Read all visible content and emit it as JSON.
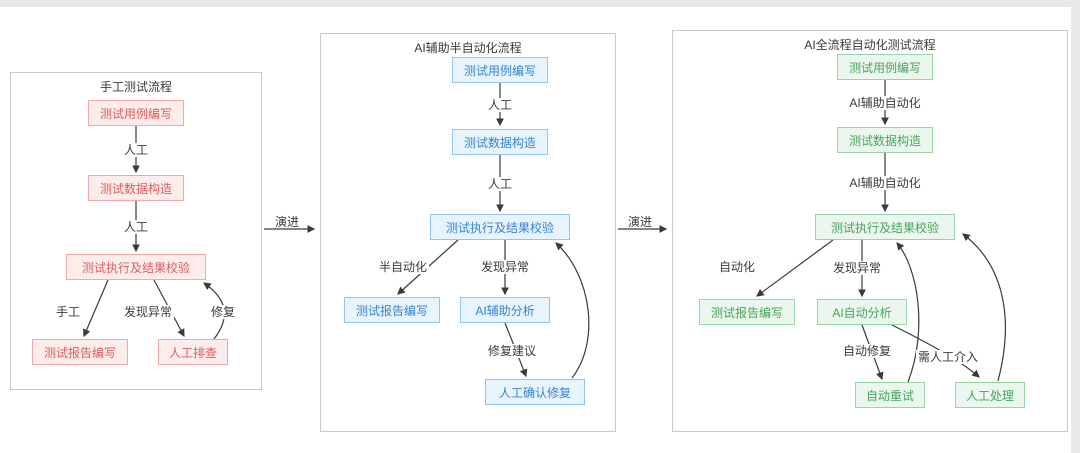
{
  "page": {
    "evolution_label": "演进"
  },
  "panels": {
    "manual": {
      "title": "手工测试流程",
      "nodes": {
        "case": "测试用例编写",
        "data": "测试数据构造",
        "exec": "测试执行及结果校验",
        "report": "测试报告编写",
        "investigate": "人工排查"
      },
      "edges": {
        "step1": "人工",
        "step2": "人工",
        "to_report": "手工",
        "anomaly": "发现异常",
        "fix": "修复"
      },
      "accent": {
        "bg": "#fdecec",
        "border": "#f0a8a8",
        "text": "#e05c5c"
      }
    },
    "semi": {
      "title": "AI辅助半自动化流程",
      "nodes": {
        "case": "测试用例编写",
        "data": "测试数据构造",
        "exec": "测试执行及结果校验",
        "report": "测试报告编写",
        "analysis": "AI辅助分析",
        "confirm": "人工确认修复"
      },
      "edges": {
        "step1": "人工",
        "step2": "人工",
        "to_report": "半自动化",
        "anomaly": "发现异常",
        "suggest": "修复建议"
      },
      "accent": {
        "bg": "#e7f3fd",
        "border": "#93c4ef",
        "text": "#3884cd"
      }
    },
    "full": {
      "title": "AI全流程自动化测试流程",
      "nodes": {
        "case": "测试用例编写",
        "data": "测试数据构造",
        "exec": "测试执行及结果校验",
        "report": "测试报告编写",
        "analysis": "AI自动分析",
        "retry": "自动重试",
        "handle": "人工处理"
      },
      "edges": {
        "step1": "AI辅助自动化",
        "step2": "AI辅助自动化",
        "to_report": "自动化",
        "anomaly": "发现异常",
        "autofix": "自动修复",
        "need_human": "需人工介入"
      },
      "accent": {
        "bg": "#eaf6ee",
        "border": "#9bd3a6",
        "text": "#48a55c"
      }
    }
  },
  "wire_color": "#3a3a3a"
}
